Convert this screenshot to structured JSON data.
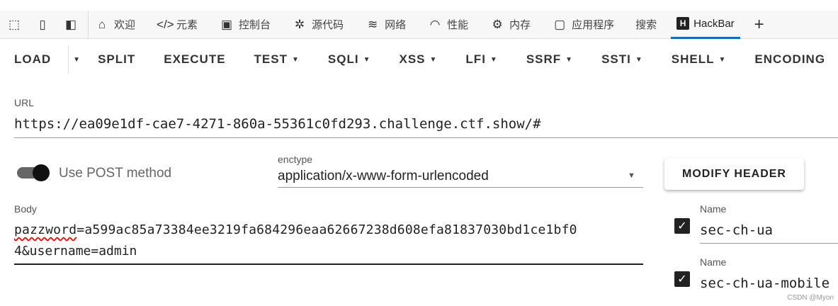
{
  "devtools": {
    "tabs": [
      {
        "label": "欢迎",
        "icon": "home-icon"
      },
      {
        "label": "元素",
        "icon": "code-icon"
      },
      {
        "label": "控制台",
        "icon": "console-icon"
      },
      {
        "label": "源代码",
        "icon": "bug-icon"
      },
      {
        "label": "网络",
        "icon": "wifi-icon"
      },
      {
        "label": "性能",
        "icon": "gauge-icon"
      },
      {
        "label": "内存",
        "icon": "chip-icon"
      },
      {
        "label": "应用程序",
        "icon": "app-icon"
      },
      {
        "label": "搜索"
      },
      {
        "label": "HackBar",
        "icon": "hackbar-icon",
        "active": true
      }
    ]
  },
  "menu": [
    "LOAD",
    "SPLIT",
    "EXECUTE",
    "TEST",
    "SQLI",
    "XSS",
    "LFI",
    "SSRF",
    "SSTI",
    "SHELL",
    "ENCODING"
  ],
  "url": {
    "label": "URL",
    "value": "https://ea09e1df-cae7-4271-860a-55361c0fd293.challenge.ctf.show/#"
  },
  "post": {
    "label": "Use POST method",
    "enabled": true
  },
  "enctype": {
    "label": "enctype",
    "value": "application/x-www-form-urlencoded"
  },
  "modify_header": "MODIFY HEADER",
  "body": {
    "label": "Body",
    "key": "pazzword",
    "line1_rest": "=a599ac85a73384ee3219fa684296eaa62667238d608efa81837030bd1ce1bf0",
    "line2": "4&username=admin"
  },
  "headers": [
    {
      "label": "Name",
      "value": "sec-ch-ua",
      "checked": true
    },
    {
      "label": "Name",
      "value": "sec-ch-ua-mobile",
      "checked": true
    }
  ],
  "watermark": "CSDN @Myon⁠"
}
